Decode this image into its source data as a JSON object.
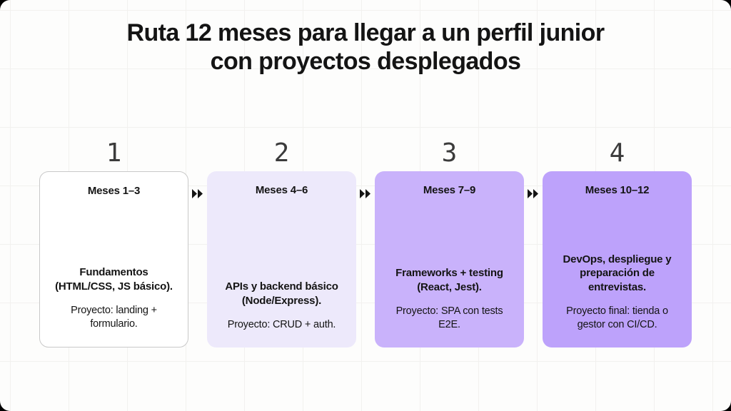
{
  "title": "Ruta 12 meses para llegar a un perfil junior con proyectos desplegados",
  "theme": {
    "page_background": "#fdfdfc",
    "grid_line": "#f2f1ef",
    "text": "#141414",
    "card_1_bg": "#ffffff",
    "card_1_border": "#c9c9c9",
    "card_2_bg": "#ede9fb",
    "card_3_bg": "#c9b2fb",
    "card_4_bg": "#bda2fb",
    "number_color": "#3b3b3b",
    "connector_color": "#141414"
  },
  "connector_icon": "fast-forward-icon",
  "steps": [
    {
      "number": "1",
      "heading": "Meses 1–3",
      "main": "Fundamentos (HTML/CSS, JS básico).",
      "project": "Proyecto: landing + formulario."
    },
    {
      "number": "2",
      "heading": "Meses 4–6",
      "main": "APIs y backend básico (Node/Express).",
      "project": "Proyecto: CRUD + auth."
    },
    {
      "number": "3",
      "heading": "Meses 7–9",
      "main": "Frameworks + testing (React, Jest).",
      "project": "Proyecto: SPA con tests E2E."
    },
    {
      "number": "4",
      "heading": "Meses 10–12",
      "main": "DevOps, despliegue y preparación de entrevistas.",
      "project": "Proyecto final: tienda o gestor con CI/CD."
    }
  ]
}
